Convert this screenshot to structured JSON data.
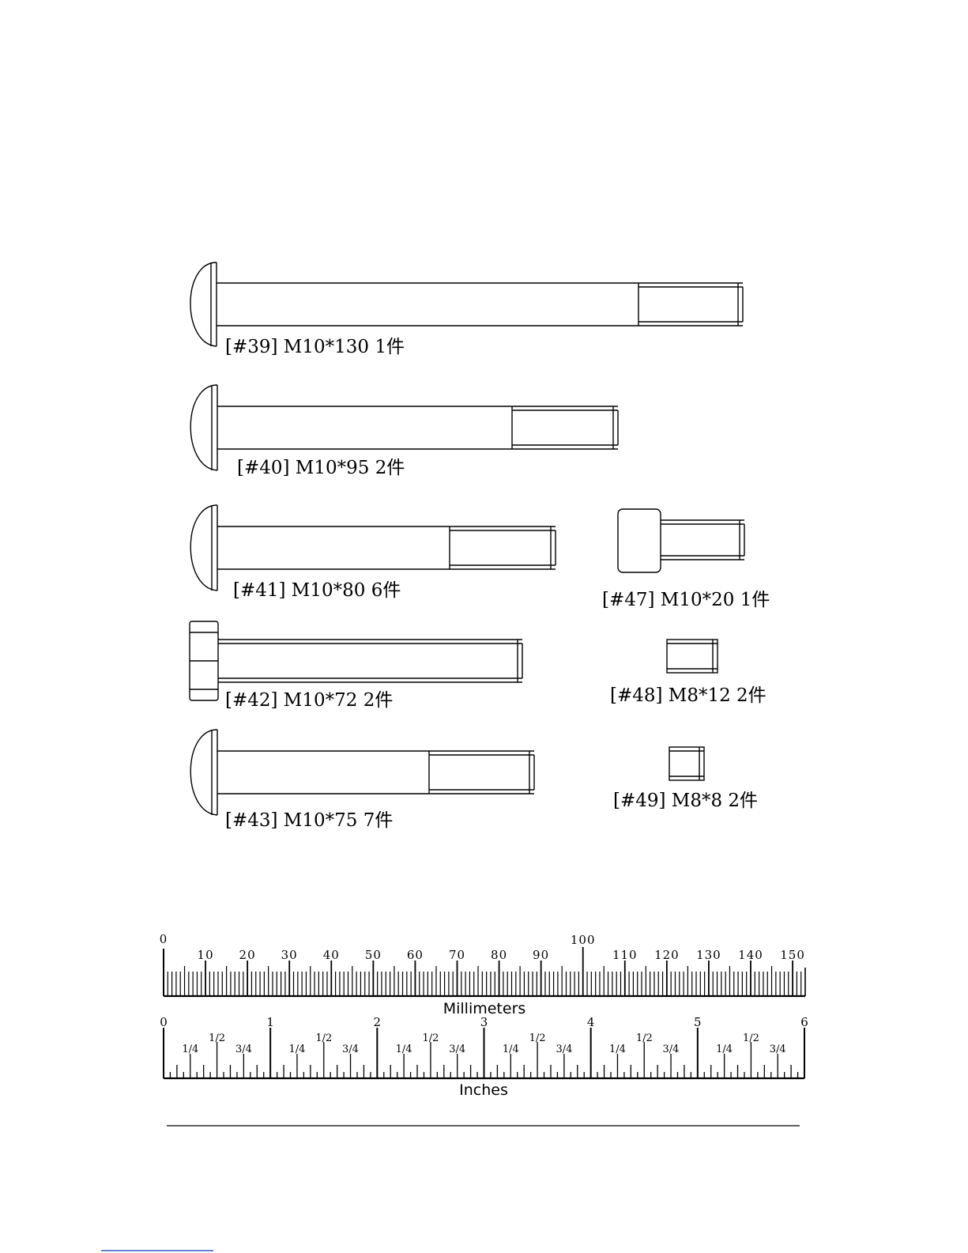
{
  "parts": {
    "p39": {
      "label": "[#39] M10*130 1件"
    },
    "p40": {
      "label": "[#40] M10*95 2件"
    },
    "p41": {
      "label": "[#41] M10*80 6件"
    },
    "p42": {
      "label": "[#42] M10*72 2件"
    },
    "p43": {
      "label": "[#43] M10*75 7件"
    },
    "p47": {
      "label": "[#47] M10*20 1件"
    },
    "p48": {
      "label": "[#48] M8*12 2件"
    },
    "p49": {
      "label": "[#49] M8*8 2件"
    }
  },
  "ruler": {
    "mm_title": "Millimeters",
    "mm_labels": [
      "0",
      "10",
      "20",
      "30",
      "40",
      "50",
      "60",
      "70",
      "80",
      "90",
      "100",
      "110",
      "120",
      "130",
      "140",
      "150"
    ],
    "in_title": "Inches",
    "in_labels": [
      "0",
      "1",
      "2",
      "3",
      "4",
      "5",
      "6"
    ],
    "in_fractions": [
      "1/4",
      "1/2",
      "3/4"
    ]
  }
}
